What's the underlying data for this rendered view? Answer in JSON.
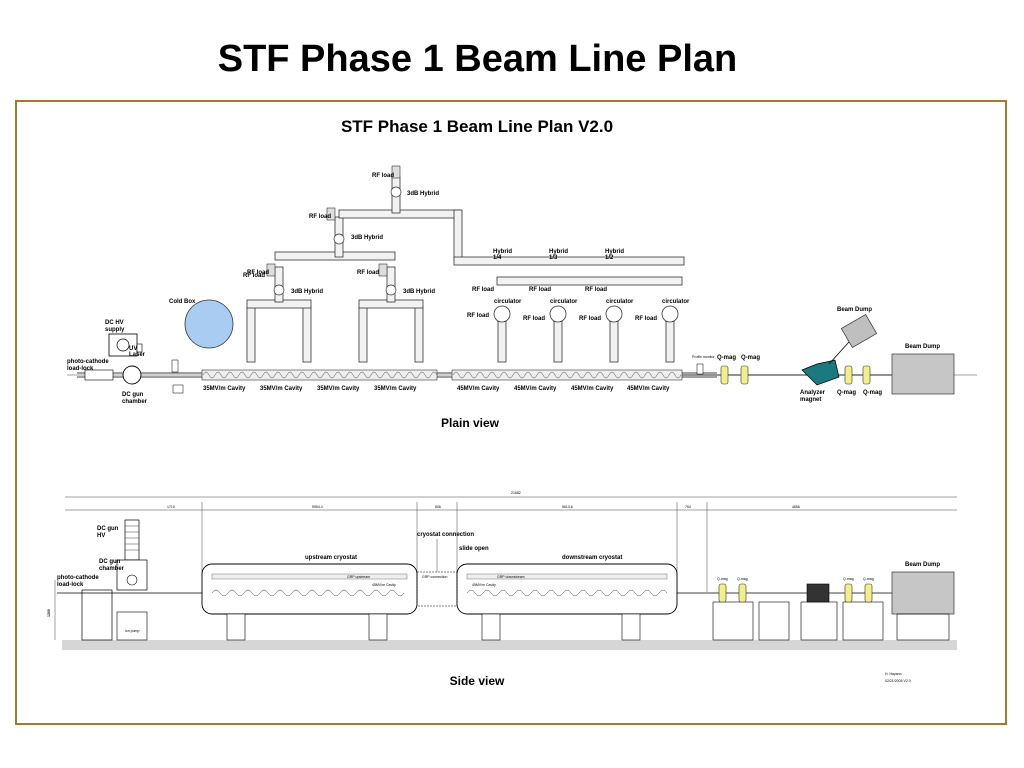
{
  "slide_title": "STF Phase 1  Beam Line Plan",
  "diagram_title": "STF Phase 1 Beam Line  Plan V2.0",
  "colors": {
    "frame": "#a57a2a",
    "cold_box": "#a9cdf2",
    "analyzer": "#1a7a80",
    "qmag": "#f1ef8a"
  },
  "plain_view": {
    "caption": "Plain view",
    "labels": {
      "dc_hv_supply_1": "DC HV",
      "dc_hv_supply_2": "supply",
      "uv_laser_1": "UV",
      "uv_laser_2": "Laser",
      "photocathode_1": "photo-cathode",
      "photocathode_2": "load-lock",
      "dc_gun_1": "DC gun",
      "dc_gun_2": "chamber",
      "cold_box": "Cold Box",
      "rf_load": "RF load",
      "hybrid_3db": "3dB Hybrid",
      "hybrid_14_1": "Hybrid",
      "hybrid_14_2": "1/4",
      "hybrid_13_1": "Hybrid",
      "hybrid_13_2": "1/3",
      "hybrid_12_1": "Hybrid",
      "hybrid_12_2": "1/2",
      "circulator": "circulator",
      "qmag": "Q-mag",
      "beam_dump": "Beam Dump",
      "analyzer_1": "Analyzer",
      "analyzer_2": "magnet",
      "profile_monitor": "Profile monitor"
    },
    "cavities": [
      "35MV/m Cavity",
      "35MV/m Cavity",
      "35MV/m Cavity",
      "35MV/m Cavity",
      "45MV/m Cavity",
      "45MV/m Cavity",
      "45MV/m Cavity",
      "45MV/m Cavity"
    ]
  },
  "side_view": {
    "caption": "Side view",
    "total_length": "21682",
    "segments": [
      "1710",
      "5954.4",
      "806",
      "5613.6",
      "764",
      "4656"
    ],
    "height": "1200",
    "labels": {
      "dc_gun_hv_1": "DC gun",
      "dc_gun_hv_2": "HV",
      "dc_gun_chamber_1": "DC gun",
      "dc_gun_chamber_2": "chamber",
      "photocathode_1": "photo-cathode",
      "photocathode_2": "load-lock",
      "ion_pump": "ion pump",
      "cryostat_connection": "cryostat connection",
      "slide_open": "slide open",
      "upstream": "upstream cryostat",
      "downstream": "downstream cryostat",
      "grp_upstream": "GRP upstream",
      "grp_connection": "GRP connection",
      "grp_downstream": "GRP downstream",
      "cavity_45": "45MV/m Cavity",
      "beam_dump": "Beam Dump",
      "qmag": "Q-mag"
    }
  },
  "signature": {
    "author": "H. Hayano",
    "date": "02/21/2005 V2.0"
  }
}
